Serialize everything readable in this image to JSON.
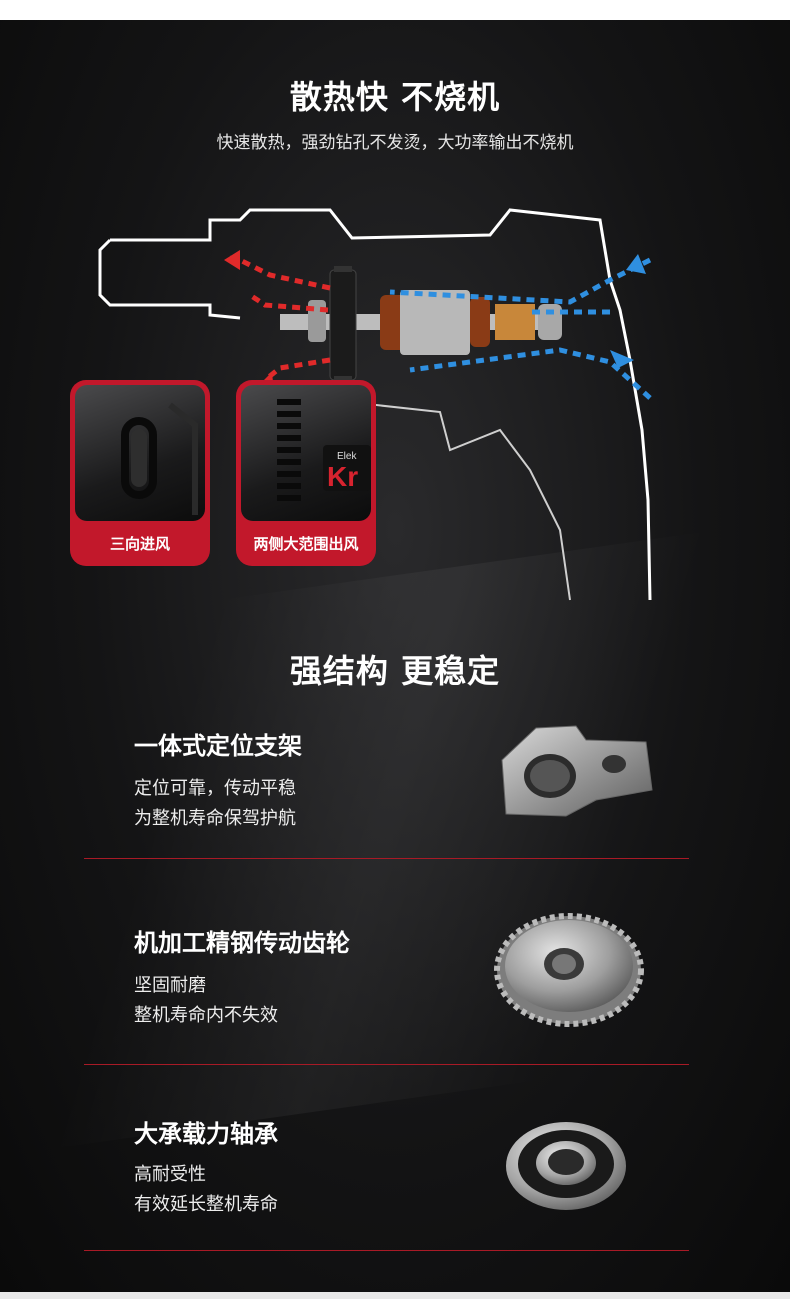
{
  "section1": {
    "title": "散热快 不烧机",
    "subtitle": "快速散热，强劲钻孔不发烫，大功率输出不烧机",
    "badges": [
      {
        "label": "三向进风"
      },
      {
        "label": "两侧大范围出风"
      }
    ],
    "brand_text": "Kr",
    "brand_small": "Elek"
  },
  "section2": {
    "title": "强结构 更稳定",
    "features": [
      {
        "title": "一体式定位支架",
        "lines": [
          "定位可靠，传动平稳",
          "为整机寿命保驾护航"
        ]
      },
      {
        "title": "机加工精钢传动齿轮",
        "lines": [
          "坚固耐磨",
          "整机寿命内不失效"
        ]
      },
      {
        "title": "大承载力轴承",
        "lines": [
          "高耐受性",
          "有效延长整机寿命"
        ]
      }
    ]
  },
  "colors": {
    "accent_red": "#c2182b",
    "airflow_in_blue": "#2f8fe0",
    "airflow_out_red": "#e02a2a"
  }
}
